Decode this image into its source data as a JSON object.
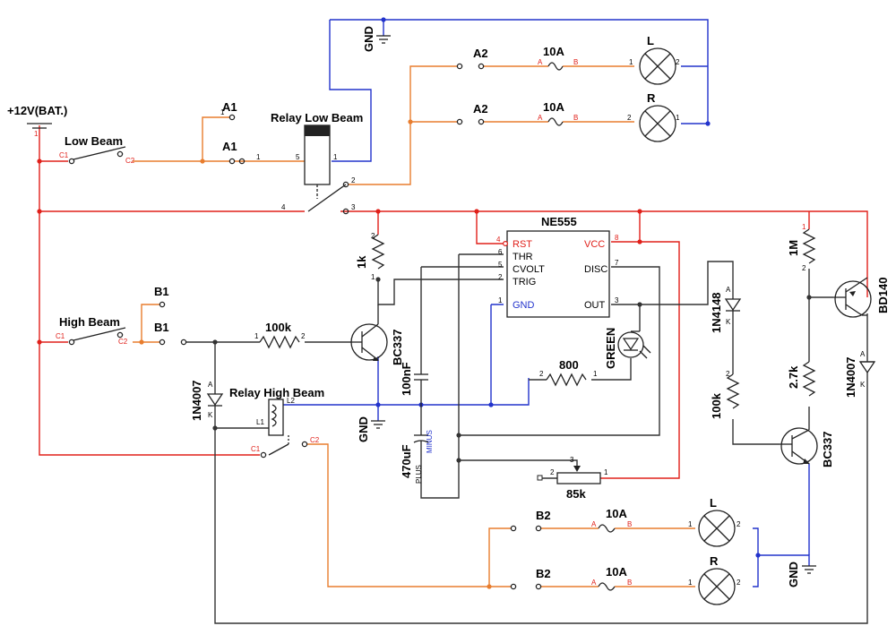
{
  "labels": {
    "battery": "+12V(BAT.)",
    "low_beam": "Low Beam",
    "high_beam": "High Beam",
    "relay_low": "Relay  Low  Beam",
    "relay_high": "Relay  High  Beam",
    "a1": "A1",
    "a2": "A2",
    "b1": "B1",
    "b2": "B2",
    "fuse": "10A",
    "lamp_l": "L",
    "lamp_r": "R",
    "gnd": "GND",
    "ne555": "NE555",
    "r_1k": "1k",
    "r_100k": "100k",
    "r_100k_v": "100k",
    "r_800": "800",
    "r_1m": "1M",
    "r_2_7k": "2.7k",
    "pot_85k": "85k",
    "bc337": "BC337",
    "bd140": "BD140",
    "d_1n4007": "1N4007",
    "d_1n4148": "1N4148",
    "green": "GREEN",
    "c_100nf": "100nF",
    "c_470uf": "470uF",
    "minus": "MINUS",
    "plus": "PLUS"
  },
  "ic_pins": {
    "rst": "RST",
    "thr": "THR",
    "cvolt": "CVOLT",
    "trig": "TRIG",
    "gnd": "GND",
    "vcc": "VCC",
    "disc": "DISC",
    "out": "OUT"
  },
  "pin_numbers": {
    "c1": "C1",
    "c2": "C2",
    "l1": "L1",
    "l2": "L2",
    "a": "A",
    "b": "B",
    "k": "K",
    "n1": "1",
    "n2": "2",
    "n3": "3",
    "n4": "4",
    "n5": "5",
    "n6": "6",
    "n7": "7",
    "n8": "8"
  },
  "colors": {
    "power": "#e0201a",
    "ground": "#2233cc",
    "switched": "#e87d2e",
    "signal": "#333333"
  }
}
